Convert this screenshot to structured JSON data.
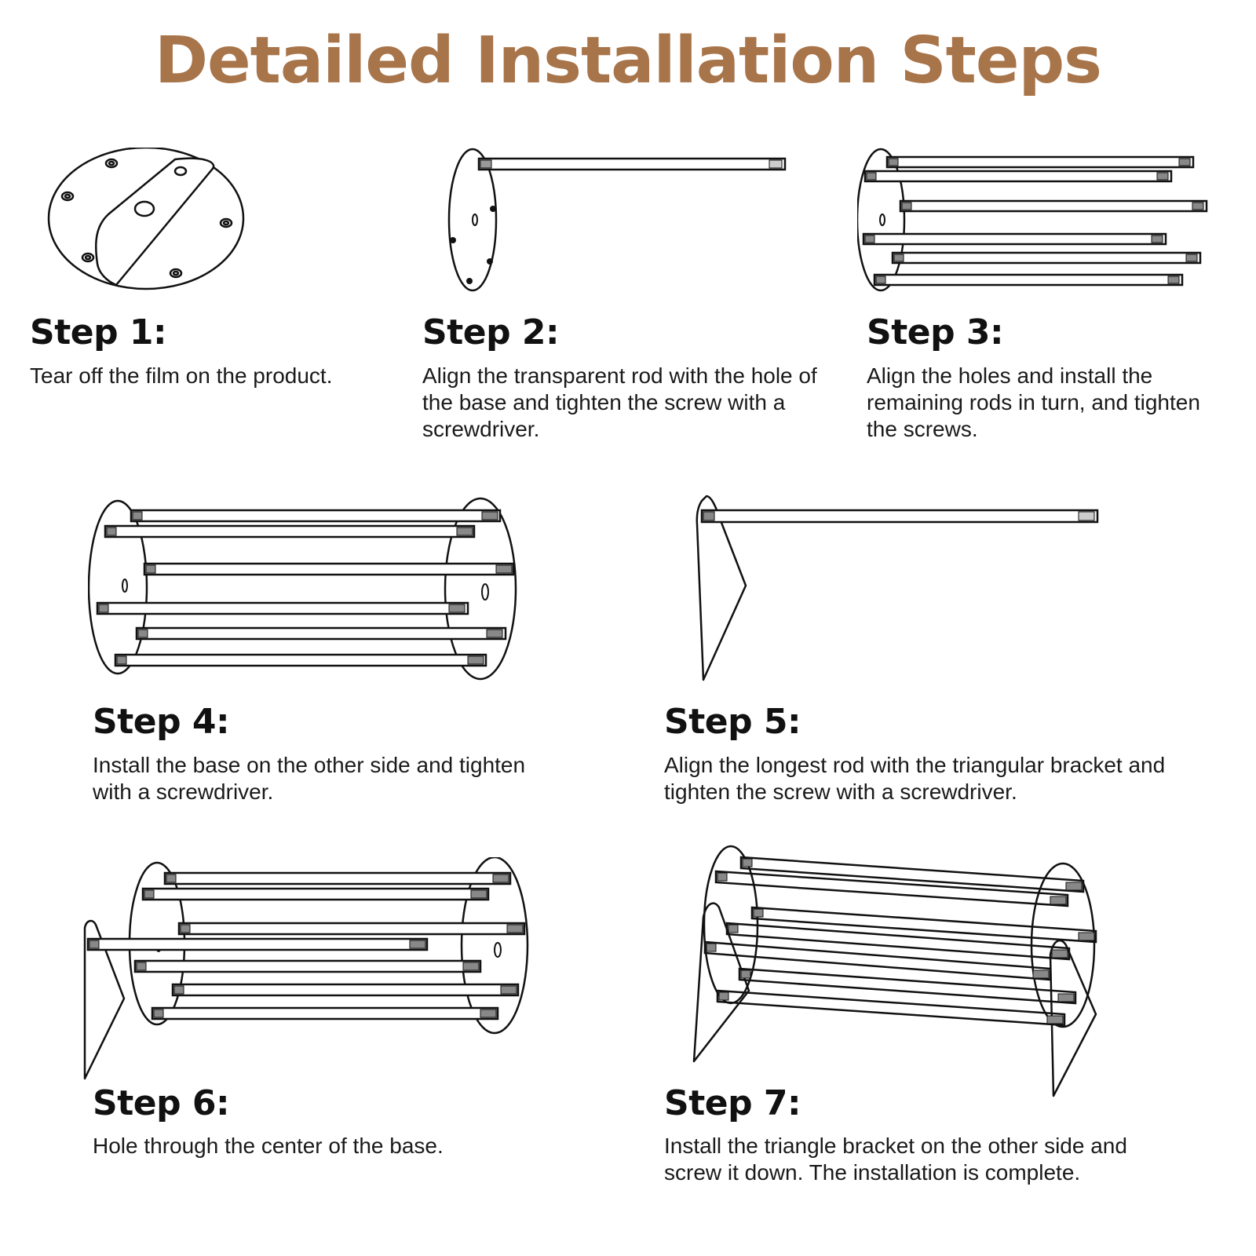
{
  "title": "Detailed Installation Steps",
  "colors": {
    "title": "#a8744a",
    "ink": "#111111"
  },
  "steps": [
    {
      "label": "Step 1:",
      "text": "Tear off the film on the product."
    },
    {
      "label": "Step 2:",
      "text": "Align the transparent rod with the hole of the base and tighten the screw with a screwdriver."
    },
    {
      "label": "Step 3:",
      "text": "Align the holes and install the remaining rods in turn, and tighten the screws."
    },
    {
      "label": "Step 4:",
      "text": "Install the base on the other side and tighten with a screwdriver."
    },
    {
      "label": "Step 5:",
      "text": "Align the longest rod with the triangular bracket and tighten the screw with a screwdriver."
    },
    {
      "label": "Step 6:",
      "text": "Hole through the center of the base."
    },
    {
      "label": "Step 7:",
      "text": "Install the triangle bracket on the other side and screw it down. The installation is complete."
    }
  ]
}
